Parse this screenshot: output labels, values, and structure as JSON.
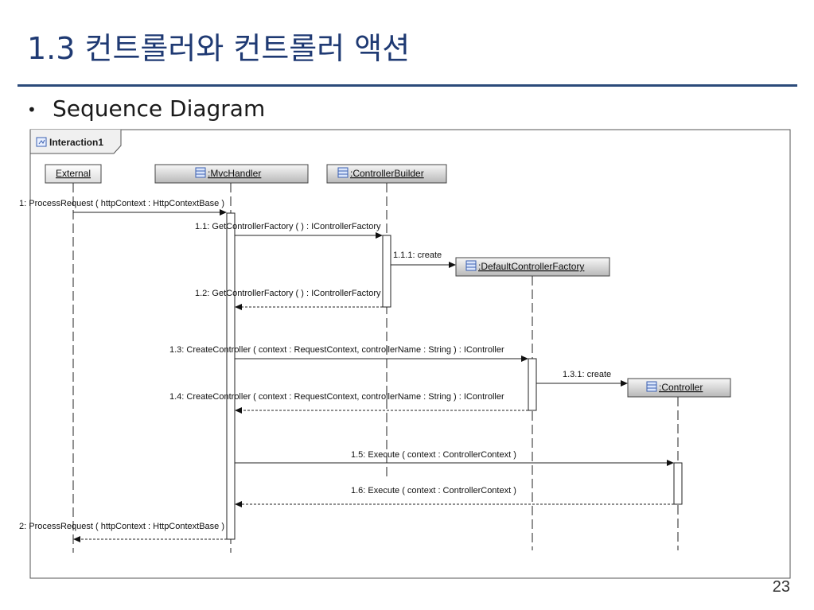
{
  "slide": {
    "title": "1.3 컨트롤러와 컨트롤러 액션",
    "bullet": "Sequence Diagram",
    "page_number": "23"
  },
  "diagram": {
    "frame_label": "Interaction1",
    "frame_icon": "sequence-diagram-icon",
    "lifelines": [
      {
        "id": "external",
        "label": "External",
        "has_icon": false
      },
      {
        "id": "mvchandler",
        "label": ":MvcHandler",
        "has_icon": true
      },
      {
        "id": "controllerbuilder",
        "label": ":ControllerBuilder",
        "has_icon": true
      },
      {
        "id": "defaultcontrollerfactory",
        "label": ":DefaultControllerFactory",
        "has_icon": true
      },
      {
        "id": "controller",
        "label": ":Controller",
        "has_icon": true
      }
    ],
    "messages": [
      {
        "label": "1: ProcessRequest ( httpContext : HttpContextBase )",
        "from": "external",
        "to": "mvchandler",
        "kind": "call"
      },
      {
        "label": "1.1: GetControllerFactory ( ) : IControllerFactory",
        "from": "mvchandler",
        "to": "controllerbuilder",
        "kind": "call"
      },
      {
        "label": "1.1.1: create",
        "from": "controllerbuilder",
        "to": "defaultcontrollerfactory",
        "kind": "create"
      },
      {
        "label": "1.2: GetControllerFactory ( ) : IControllerFactory",
        "from": "controllerbuilder",
        "to": "mvchandler",
        "kind": "return"
      },
      {
        "label": "1.3: CreateController ( context : RequestContext, controllerName : String ) : IController",
        "from": "mvchandler",
        "to": "defaultcontrollerfactory",
        "kind": "call"
      },
      {
        "label": "1.3.1: create",
        "from": "defaultcontrollerfactory",
        "to": "controller",
        "kind": "create"
      },
      {
        "label": "1.4: CreateController ( context : RequestContext, controllerName : String ) : IController",
        "from": "defaultcontrollerfactory",
        "to": "mvchandler",
        "kind": "return"
      },
      {
        "label": "1.5: Execute ( context : ControllerContext )",
        "from": "mvchandler",
        "to": "controller",
        "kind": "call"
      },
      {
        "label": "1.6: Execute ( context : ControllerContext )",
        "from": "controller",
        "to": "mvchandler",
        "kind": "return"
      },
      {
        "label": "2: ProcessRequest ( httpContext : HttpContextBase )",
        "from": "mvchandler",
        "to": "external",
        "kind": "return"
      }
    ]
  }
}
